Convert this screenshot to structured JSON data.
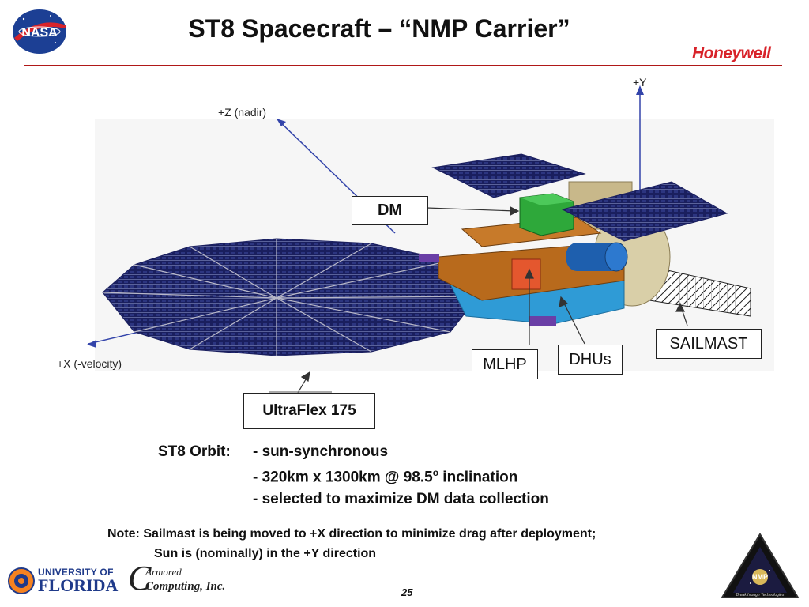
{
  "slide": {
    "title": "ST8 Spacecraft – “NMP Carrier”",
    "page_number": "25"
  },
  "logos": {
    "nasa": "NASA",
    "honeywell": "Honeywell",
    "uf_line1": "UNIVERSITY OF",
    "uf_line2": "FLORIDA",
    "armored_line1": "Armored",
    "armored_line2": "Computing, Inc.",
    "nmp": "NMP",
    "nmp_subtitle": "Breakthrough Technologies"
  },
  "diagram": {
    "axes": {
      "z": "+Z (nadir)",
      "y": "+Y",
      "x": "+X (-velocity)"
    },
    "labels": {
      "dm": "DM",
      "mlhp": "MLHP",
      "dhus": "DHUs",
      "sailmast": "SAILMAST",
      "ultraflex": "UltraFlex 175"
    }
  },
  "orbit": {
    "lead": "ST8 Orbit:",
    "line1": "- sun-synchronous",
    "line2_pre": "- 320km x 1300km @ 98.5",
    "line2_sup": "o",
    "line2_post": " inclination",
    "line3": "- selected to maximize DM data collection"
  },
  "note": {
    "line1": "Note: Sailmast is being moved to +X direction to minimize drag after deployment;",
    "line2": "Sun is (nominally) in the +Y direction"
  }
}
